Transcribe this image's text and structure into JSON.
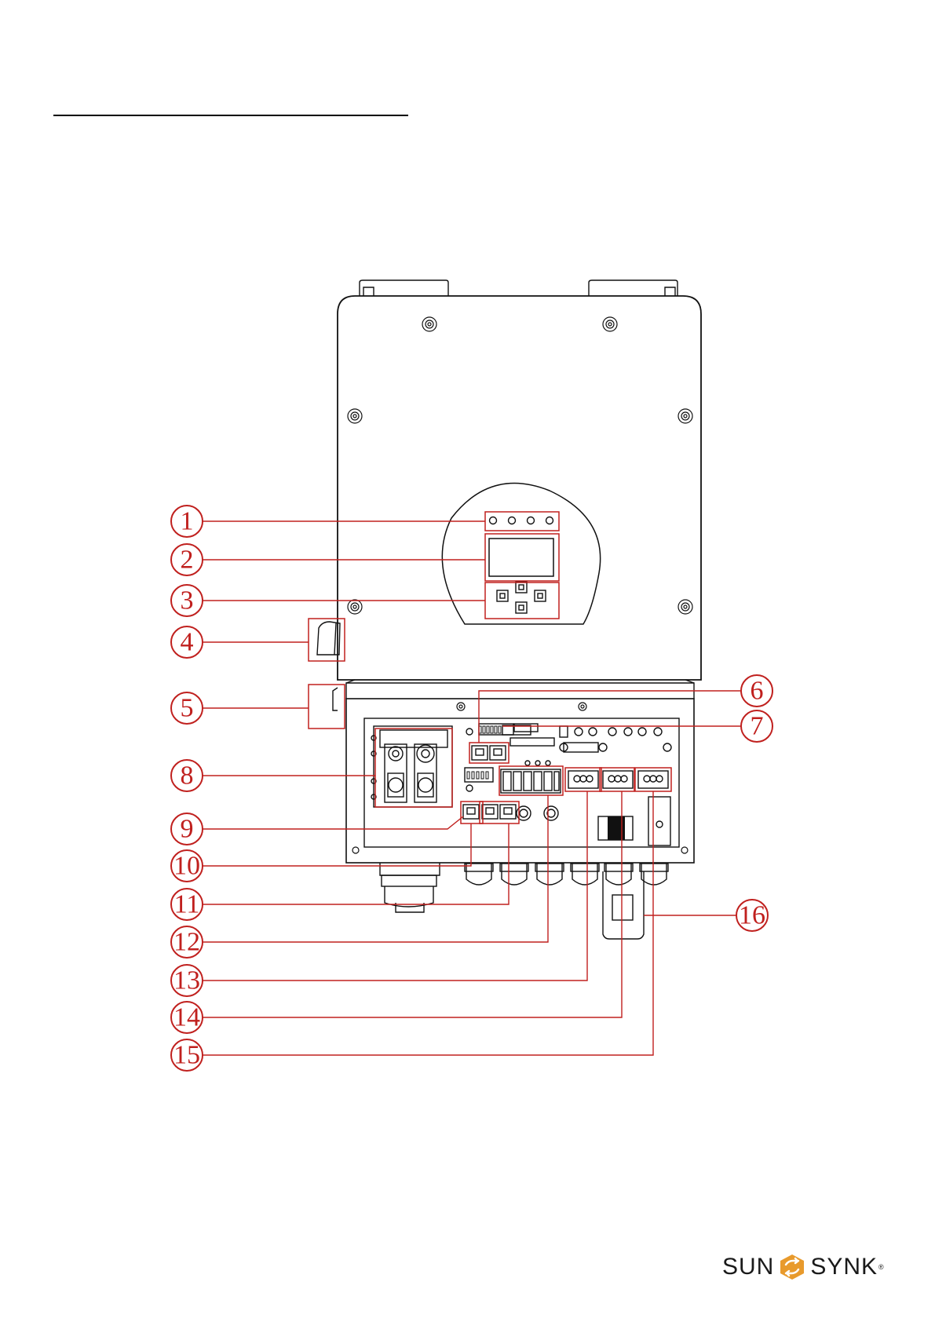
{
  "callouts": [
    "1",
    "2",
    "3",
    "4",
    "5",
    "6",
    "7",
    "8",
    "9",
    "10",
    "11",
    "12",
    "13",
    "14",
    "15",
    "16"
  ],
  "brand": {
    "left_word": "SUN",
    "right_word": "SYNK",
    "mark": "®",
    "logo_icon": "sunsynk-arrows-icon",
    "accent_color": "#e89a2c"
  },
  "colors": {
    "callout": "#c0201e",
    "line_art": "#111111"
  }
}
